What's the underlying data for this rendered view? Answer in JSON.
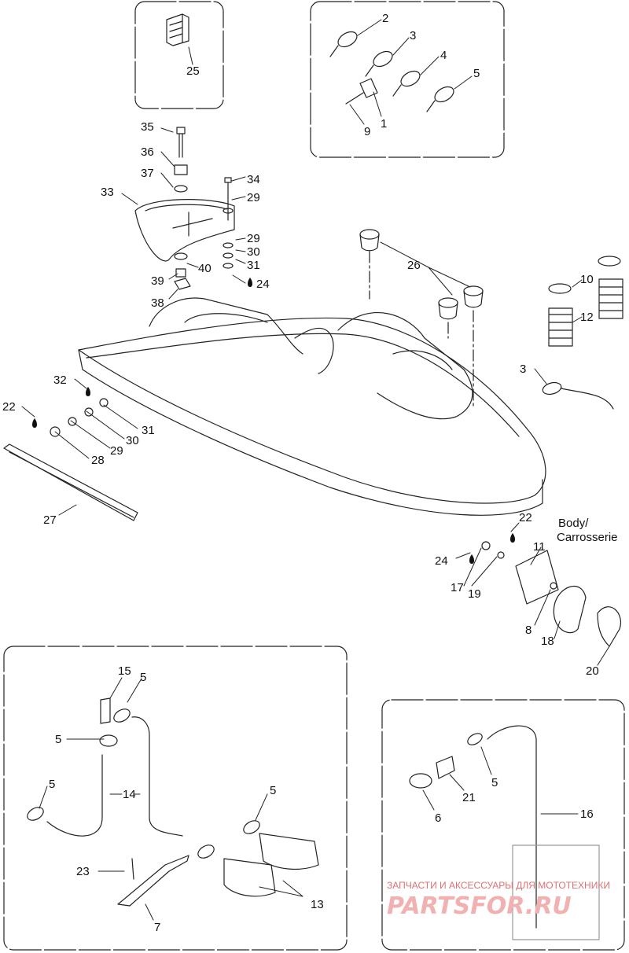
{
  "callouts": {
    "c1": "1",
    "c2": "2",
    "c3a": "3",
    "c4": "4",
    "c5a": "5",
    "c9": "9",
    "c25": "25",
    "c35": "35",
    "c36": "36",
    "c37": "37",
    "c33": "33",
    "c34": "34",
    "c29a": "29",
    "c29b": "29",
    "c30a": "30",
    "c31a": "31",
    "c24a": "24",
    "c40": "40",
    "c39": "39",
    "c38": "38",
    "c26": "26",
    "c10": "10",
    "c12": "12",
    "c3b": "3",
    "c32": "32",
    "c22a": "22",
    "c31b": "31",
    "c30b": "30",
    "c29c": "29",
    "c28": "28",
    "c27": "27",
    "c22b": "22",
    "c11": "11",
    "c24b": "24",
    "c17": "17",
    "c19": "19",
    "c8": "8",
    "c18": "18",
    "c20": "20",
    "c15": "15",
    "c5b": "5",
    "c5c": "5",
    "c5d": "5",
    "c14": "14",
    "c5e": "5",
    "c23": "23",
    "c13": "13",
    "c7": "7",
    "c5f": "5",
    "c21": "21",
    "c6": "6",
    "c16": "16"
  },
  "body_label": {
    "line1": "Body/",
    "line2": "Carrosserie"
  },
  "watermark": {
    "tagline": "ЗАПЧАСТИ И АКСЕССУАРЫ ДЛЯ МОТОТЕХНИКИ",
    "brand": "PARTSFOR.RU"
  }
}
